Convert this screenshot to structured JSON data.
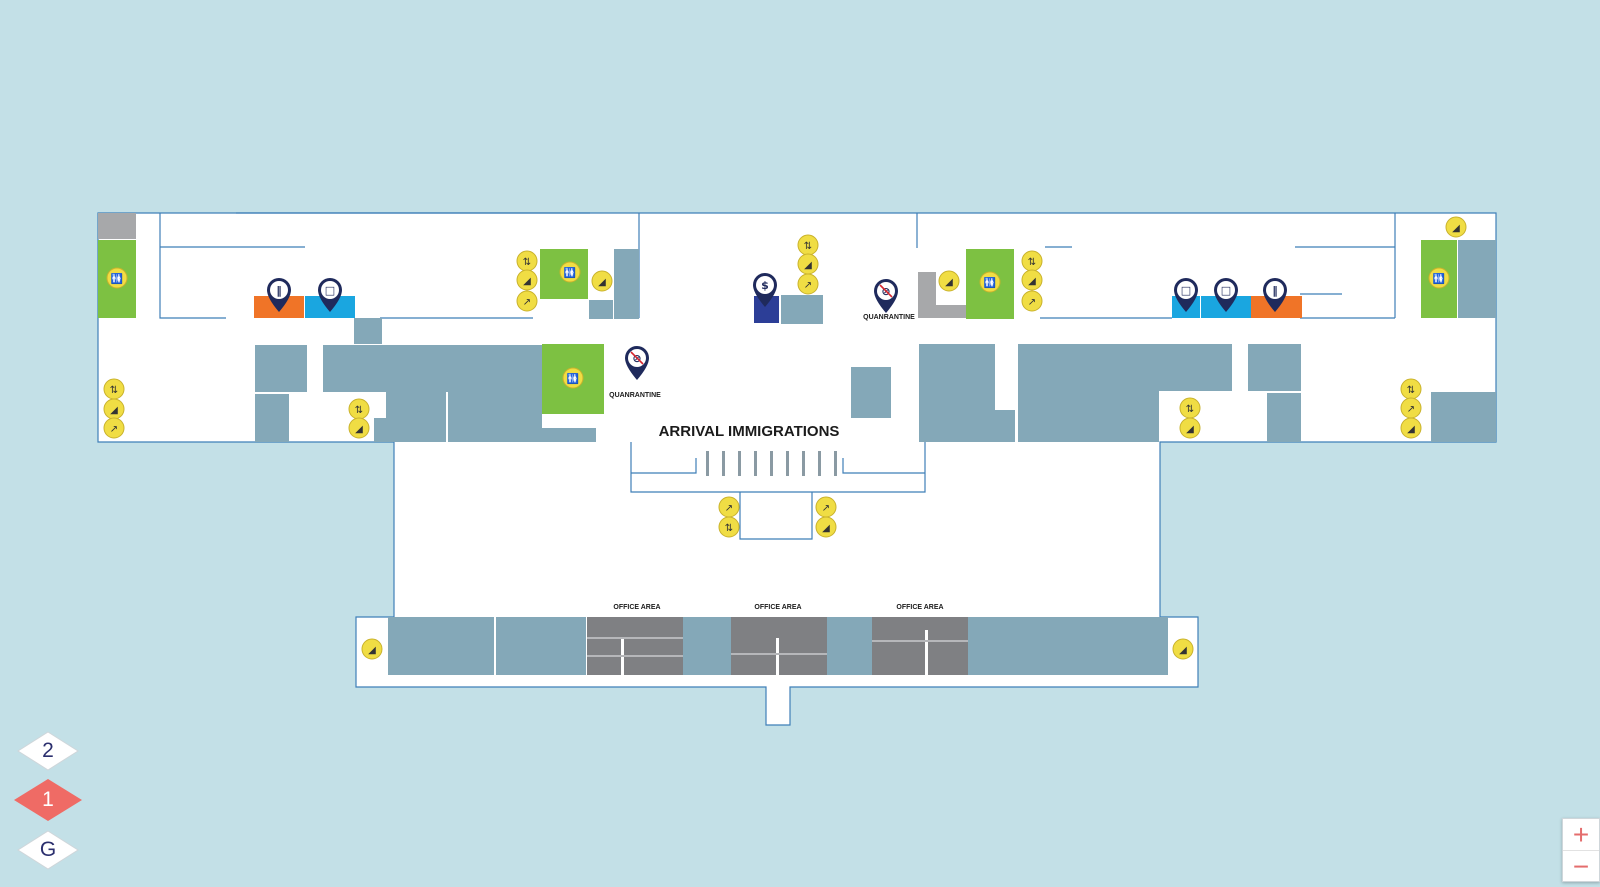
{
  "map": {
    "title": "ARRIVAL IMMIGRATIONS",
    "zone_labels": {
      "quarantine_left": "QUANRANTINE",
      "quarantine_right": "QUANRANTINE",
      "office_1": "OFFICE AREA",
      "office_2": "OFFICE AREA",
      "office_3": "OFFICE AREA"
    },
    "colors": {
      "background": "#c3e0e7",
      "floor": "#ffffff",
      "wall": "#3f7fb8",
      "room": "#84a8b8",
      "office": "#7f8083",
      "restroom": "#7dc142",
      "food": "#f07427",
      "shop": "#1aa6e0",
      "service": "#2c3e97",
      "amenity": "#f0dd44",
      "marker": "#1f2a5c"
    },
    "pois": [
      {
        "icon": "restroom-icon",
        "label": ""
      },
      {
        "icon": "dining-icon",
        "label": ""
      },
      {
        "icon": "shopping-icon",
        "label": ""
      },
      {
        "icon": "elevator-icon",
        "label": ""
      },
      {
        "icon": "escalator-icon",
        "label": ""
      },
      {
        "icon": "stairs-icon",
        "label": ""
      },
      {
        "icon": "no-pets-icon",
        "label": ""
      },
      {
        "icon": "currency-exchange-icon",
        "label": ""
      }
    ]
  },
  "floor_selector": {
    "floors": [
      "2",
      "1",
      "G"
    ],
    "active": "1"
  },
  "zoom": {
    "in_label": "+",
    "out_label": "−"
  }
}
